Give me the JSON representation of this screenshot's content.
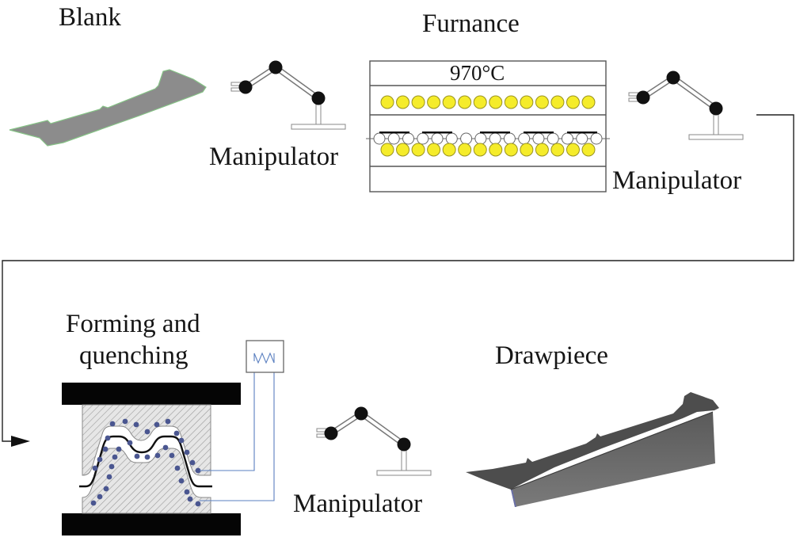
{
  "stages": {
    "blank": {
      "label": "Blank"
    },
    "manipulator_1": {
      "label": "Manipulator"
    },
    "furnace": {
      "label": "Furnance",
      "temperature": "970°C",
      "heater_count_per_row": 14,
      "roller_count": 16,
      "blank_plates_on_rollers": 5
    },
    "manipulator_2": {
      "label": "Manipulator"
    },
    "forming": {
      "label_line1": "Forming and",
      "label_line2": "quenching"
    },
    "manipulator_3": {
      "label": "Manipulator"
    },
    "drawpiece": {
      "label": "Drawpiece"
    }
  },
  "colors": {
    "heater_fill": "#f5ec2a",
    "heater_stroke": "#9a9320",
    "blank_fill": "#8b8b8b",
    "blank_edge": "#7fb87f",
    "cooling_dot": "#4a5690",
    "cooling_line": "#5a7fc0",
    "die_black": "#050505",
    "drawpiece_dark": "#4a4a4a",
    "drawpiece_mid": "#6d6d6d"
  }
}
